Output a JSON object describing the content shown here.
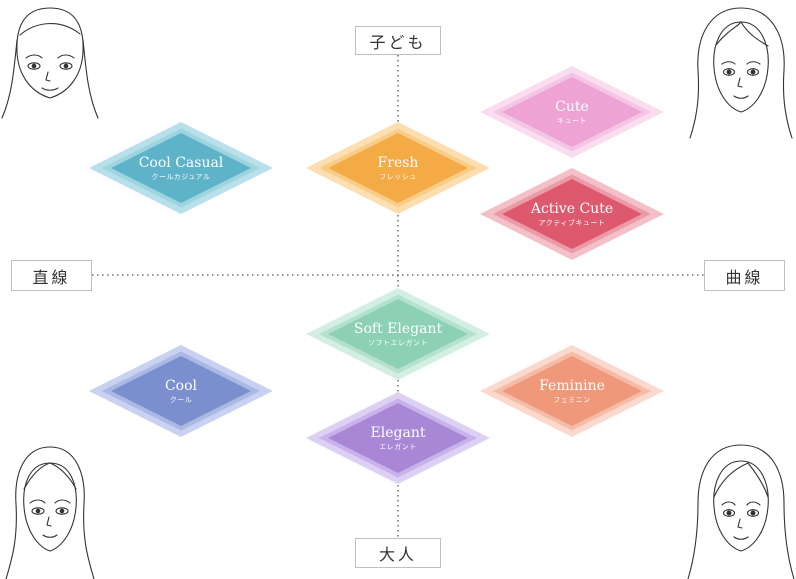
{
  "axes": {
    "top": "子ども",
    "bottom": "大人",
    "left": "直線",
    "right": "曲線"
  },
  "types": [
    {
      "en": "Cool Casual",
      "jp": "クールカジュアル",
      "color": "#5fb3c9",
      "outer": "#b8e0ea",
      "border": "#9fd3df"
    },
    {
      "en": "Fresh",
      "jp": "フレッシュ",
      "color": "#f4aa45",
      "outer": "#fcdfb0",
      "border": "#f8cd8a"
    },
    {
      "en": "Cute",
      "jp": "キュート",
      "color": "#eea3d4",
      "outer": "#f9dcef",
      "border": "#f4c4e4"
    },
    {
      "en": "Active Cute",
      "jp": "アクティブキュート",
      "color": "#dd5a6e",
      "outer": "#f4bfc8",
      "border": "#eb9aa7"
    },
    {
      "en": "Soft Elegant",
      "jp": "ソフトエレガント",
      "color": "#8dd1b5",
      "outer": "#d3efe3",
      "border": "#b4e2cf"
    },
    {
      "en": "Cool",
      "jp": "クール",
      "color": "#7b8fcf",
      "outer": "#c8d1ef",
      "border": "#aab8e4"
    },
    {
      "en": "Feminine",
      "jp": "フェミニン",
      "color": "#f0987a",
      "outer": "#fbd9cd",
      "border": "#f6bca8"
    },
    {
      "en": "Elegant",
      "jp": "エレガント",
      "color": "#a888d6",
      "outer": "#ddd0f2",
      "border": "#c7b2ea"
    }
  ],
  "faces": [
    "face-icon",
    "face-icon",
    "face-icon",
    "face-icon"
  ]
}
